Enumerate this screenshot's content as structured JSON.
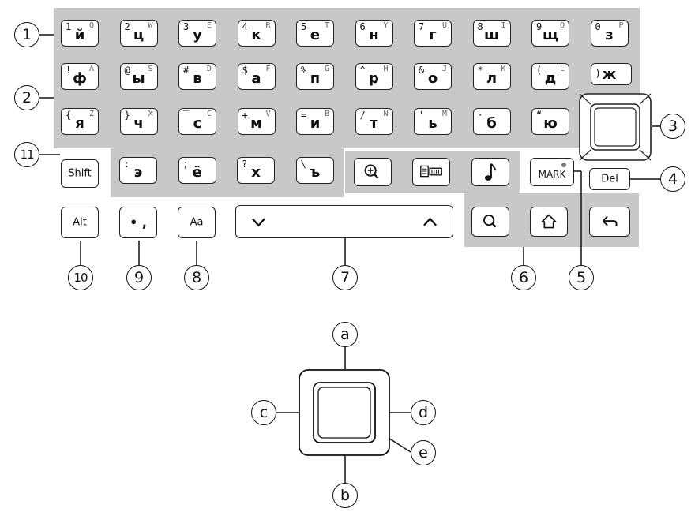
{
  "row1_keys": [
    {
      "main": "й",
      "sup": "1",
      "lat": "Q"
    },
    {
      "main": "ц",
      "sup": "2",
      "lat": "W"
    },
    {
      "main": "у",
      "sup": "3",
      "lat": "E"
    },
    {
      "main": "к",
      "sup": "4",
      "lat": "R"
    },
    {
      "main": "е",
      "sup": "5",
      "lat": "T"
    },
    {
      "main": "н",
      "sup": "6",
      "lat": "Y"
    },
    {
      "main": "г",
      "sup": "7",
      "lat": "U"
    },
    {
      "main": "ш",
      "sup": "8",
      "lat": "I"
    },
    {
      "main": "щ",
      "sup": "9",
      "lat": "O"
    },
    {
      "main": "з",
      "sup": "0",
      "lat": "P"
    }
  ],
  "row2_keys": [
    {
      "main": "ф",
      "sup": "!",
      "lat": "A"
    },
    {
      "main": "ы",
      "sup": "@",
      "lat": "S"
    },
    {
      "main": "в",
      "sup": "#",
      "lat": "D"
    },
    {
      "main": "а",
      "sup": "$",
      "lat": "F"
    },
    {
      "main": "п",
      "sup": "%",
      "lat": "G"
    },
    {
      "main": "р",
      "sup": "^",
      "lat": "H"
    },
    {
      "main": "о",
      "sup": "&",
      "lat": "J"
    },
    {
      "main": "л",
      "sup": "*",
      "lat": "K"
    },
    {
      "main": "д",
      "sup": "(",
      "lat": "L"
    },
    {
      "main": "ж",
      "sup": ")",
      "lat": ""
    }
  ],
  "row3_keys": [
    {
      "main": "я",
      "sup": "{",
      "lat": "Z"
    },
    {
      "main": "ч",
      "sup": "}",
      "lat": "X"
    },
    {
      "main": "с",
      "sup": "‾",
      "lat": "C"
    },
    {
      "main": "м",
      "sup": "+",
      "lat": "V"
    },
    {
      "main": "и",
      "sup": "=",
      "lat": "B"
    },
    {
      "main": "т",
      "sup": "/",
      "lat": "N"
    },
    {
      "main": "ь",
      "sup": "’",
      "lat": "M"
    },
    {
      "main": "б",
      "sup": "·",
      "lat": ""
    },
    {
      "main": "ю",
      "sup": "“",
      "lat": ""
    }
  ],
  "row4_keys": [
    {
      "main": "э",
      "sup": ":",
      "lat": ""
    },
    {
      "main": "ё",
      "sup": ";",
      "lat": ""
    },
    {
      "main": "х",
      "sup": "?",
      "lat": ""
    },
    {
      "main": "ъ",
      "sup": "\\",
      "lat": ""
    }
  ],
  "labels": {
    "shift": "Shift",
    "alt": "Alt",
    "aa": "Aa",
    "punct": "• ,",
    "del": "Del",
    "mark": "MARK"
  },
  "icons": [
    "zoom-in-icon",
    "dictionary-icon",
    "music-note-icon",
    "search-icon",
    "home-icon",
    "back-arrow-icon",
    "chevron-down-icon",
    "chevron-up-icon"
  ],
  "callouts": {
    "c1": "1",
    "c2": "2",
    "c3": "3",
    "c4": "4",
    "c5": "5",
    "c6": "6",
    "c7": "7",
    "c8": "8",
    "c9": "9",
    "c10": "10",
    "c11": "11"
  },
  "dpad_callouts": {
    "a": "a",
    "b": "b",
    "c": "c",
    "d": "d",
    "e": "e"
  },
  "colors": {
    "panel": "#c8c8c8",
    "key_border": "#222222",
    "key_fill": "#ffffff"
  }
}
